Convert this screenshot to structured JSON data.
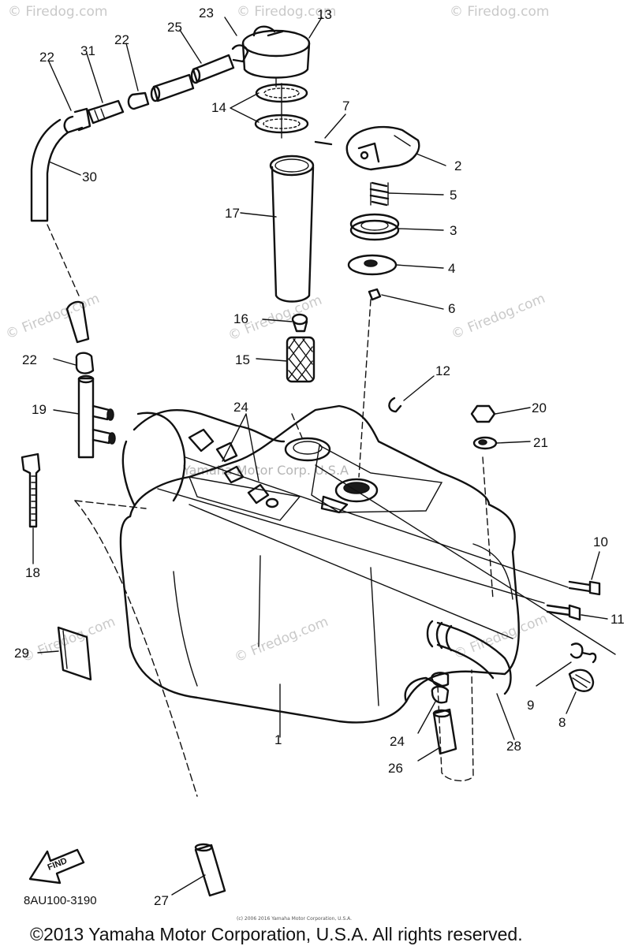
{
  "diagram_code": "8AU100-3190",
  "footer": "©2013 Yamaha Motor Corporation, U.S.A. All rights reserved.",
  "small_copyright": "(c) 2006 2016 Yamaha Motor Corporation, U.S.A.",
  "watermark_overlay": "Yamaha Motor Corp. U.S.A",
  "site_watermark": "© Firedog.com",
  "find_arrow": "FIND",
  "callouts": [
    "1",
    "2",
    "3",
    "4",
    "5",
    "6",
    "7",
    "8",
    "9",
    "10",
    "11",
    "12",
    "13",
    "14",
    "15",
    "16",
    "17",
    "18",
    "19",
    "20",
    "21",
    "22",
    "22",
    "22",
    "23",
    "24",
    "24",
    "25",
    "26",
    "27",
    "28",
    "29",
    "30",
    "31"
  ]
}
